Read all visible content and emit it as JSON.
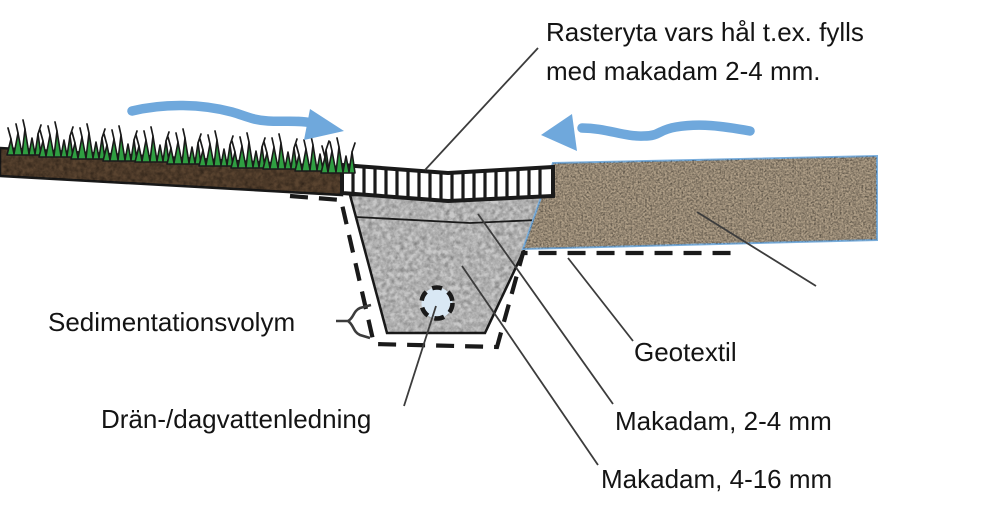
{
  "figure": {
    "type": "technical-cross-section-diagram",
    "background": "#ffffff",
    "annotations": {
      "raster_line1": "Rasteryta vars hål t.ex. fylls",
      "raster_line2": "med makadam 2-4 mm.",
      "sedimentation_volume": "Sedimentationsvolym",
      "drain_pipe": "Drän-/dagvattenledning",
      "geotextile": "Geotextil",
      "makadam_fine": "Makadam, 2-4 mm",
      "makadam_coarse": "Makadam, 4-16 mm"
    },
    "colors": {
      "flow_arrow": "#6fa8dc",
      "pipe_fill": "#d9e8f4",
      "soil": "#5a4430",
      "trench_gravel": "#c9c9c9",
      "surface_aggregate": "#b3a28a",
      "grass": "#2f9e41",
      "aggregate_outline": "#7bafdd",
      "ink": "#1a1a1a",
      "leader": "#3c3c3c",
      "raster_fill": "#ffffff"
    }
  }
}
